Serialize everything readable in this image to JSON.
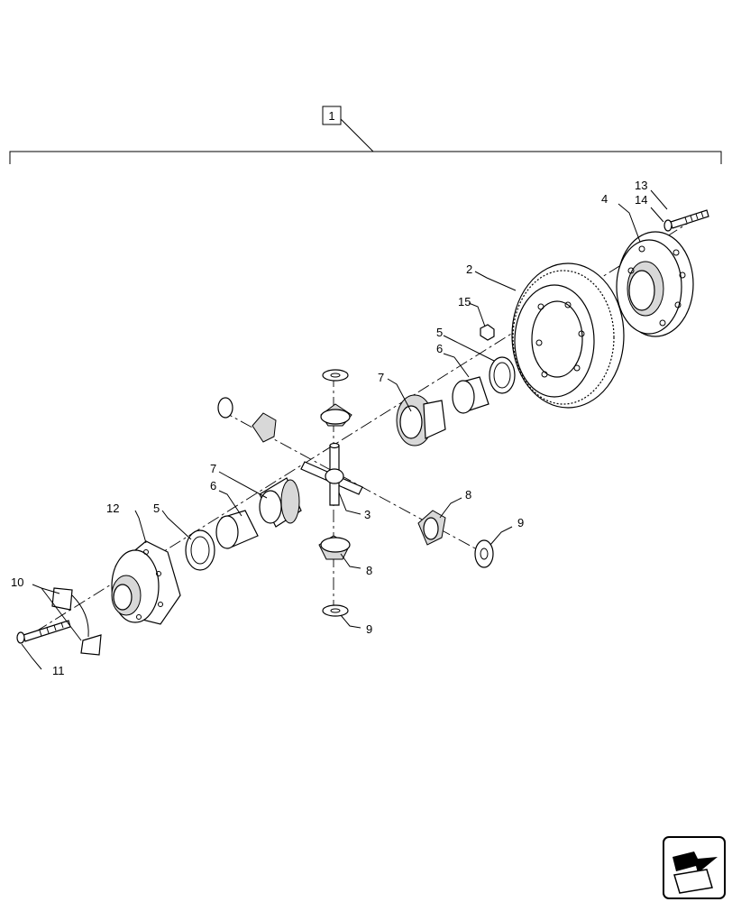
{
  "assembly_label": "1",
  "callouts": {
    "c2": "2",
    "c3": "3",
    "c4": "4",
    "c5a": "5",
    "c5b": "5",
    "c6a": "6",
    "c6b": "6",
    "c7a": "7",
    "c7b": "7",
    "c8a": "8",
    "c8b": "8",
    "c9a": "9",
    "c9b": "9",
    "c10": "10",
    "c11": "11",
    "c12": "12",
    "c13": "13",
    "c14": "14",
    "c15": "15"
  },
  "nav_icon": "arrow-page-icon"
}
